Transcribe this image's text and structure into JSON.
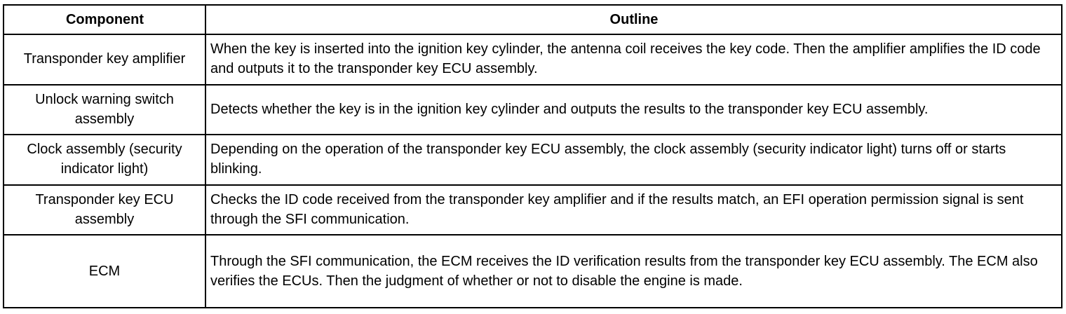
{
  "table": {
    "headers": {
      "component": "Component",
      "outline": "Outline"
    },
    "rows": [
      {
        "component": "Transponder key amplifier",
        "outline": "When the key is inserted into the ignition key cylinder, the antenna coil receives the key code. Then the amplifier amplifies the ID code and outputs it to the transponder key ECU assembly."
      },
      {
        "component": "Unlock warning switch assembly",
        "outline": "Detects whether the key is in the ignition key cylinder and outputs the results to the transponder key ECU assembly."
      },
      {
        "component": "Clock assembly (security indicator light)",
        "outline": "Depending on the operation of the transponder key ECU assembly, the clock assembly (security indicator light) turns off or starts blinking."
      },
      {
        "component": "Transponder key ECU assembly",
        "outline": "Checks the ID code received from the transponder key amplifier and if the results match, an EFI operation permission signal is sent through the SFI communication."
      },
      {
        "component": "ECM",
        "outline": "Through the SFI communication, the ECM receives the ID verification results from the transponder key ECU assembly. The ECM also verifies the ECUs. Then the judgment of whether or not to disable the engine is made."
      }
    ]
  }
}
